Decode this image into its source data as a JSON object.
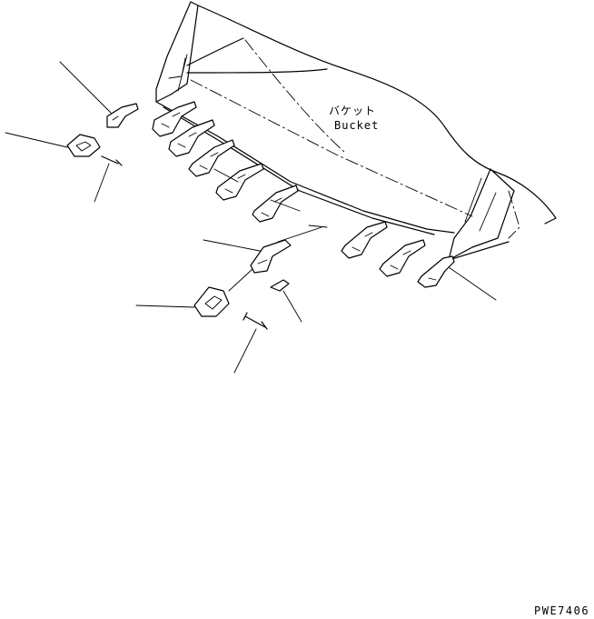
{
  "labels": {
    "bucket_jp": "バケット",
    "bucket_en": "Bucket"
  },
  "drawing_code": "PWE7406"
}
